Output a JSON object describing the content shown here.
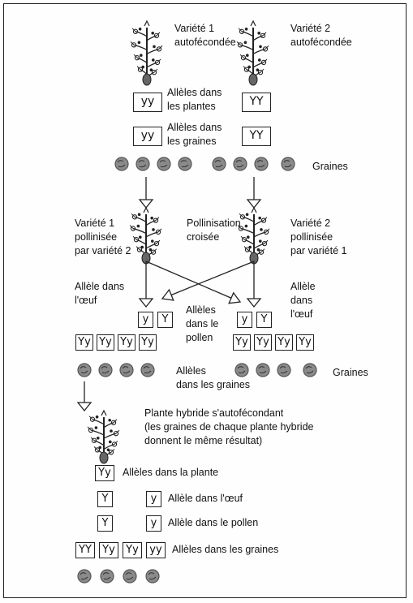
{
  "title": {
    "var1_a": "Variété 1",
    "var1_b": "autofécondée",
    "var2_a": "Variété 2",
    "var2_b": "autofécondée"
  },
  "labels": {
    "plants_a": "Allèles dans",
    "plants_b": "les plantes",
    "seeds_a": "Allèles dans",
    "seeds_b": "les graines",
    "graines1": "Graines",
    "v1p_a": "Variété 1",
    "v1p_b": "pollinisée",
    "v1p_c": "par variété 2",
    "cross_a": "Pollinisation",
    "cross_b": "croisée",
    "v2p_a": "Variété 2",
    "v2p_b": "pollinisée",
    "v2p_c": "par variété 1",
    "egg_l_a": "Allèle dans",
    "egg_l_b": "l'œuf",
    "egg_r_a": "Allèle",
    "egg_r_b": "dans",
    "egg_r_c": "l'œuf",
    "pollen_a": "Allèles",
    "pollen_b": "dans le",
    "pollen_c": "pollen",
    "seeds2_a": "Allèles",
    "seeds2_b": "dans les graines",
    "graines2": "Graines",
    "hyb_a": "Plante hybride s'autofécondant",
    "hyb_b": "(les graines de chaque plante hybride",
    "hyb_c": "donnent le même résultat)",
    "hyb_plant": "Allèles dans la plante",
    "hyb_egg": "Allèle dans l'œuf",
    "hyb_pollen": "Allèle dans le pollen",
    "hyb_seeds": "Allèles dans les graines"
  },
  "boxes": {
    "v1_plant": "yy",
    "v2_plant": "YY",
    "v1_seed": "yy",
    "v2_seed": "YY",
    "l_egg": "y",
    "l_pollen": "Y",
    "r_egg": "y",
    "r_pollen": "Y",
    "l_seeds": [
      "Yy",
      "Yy",
      "Yy",
      "Yy"
    ],
    "r_seeds": [
      "Yy",
      "Yy",
      "Yy",
      "Yy"
    ],
    "h_plant": "Yy",
    "h_egg_1": "Y",
    "h_egg_2": "y",
    "h_pol_1": "Y",
    "h_pol_2": "y",
    "h_seeds": [
      "YY",
      "Yy",
      "Yy",
      "yy"
    ]
  },
  "colors": {
    "ink": "#222222",
    "seed": "#8a8a8a",
    "seed_dark": "#555555"
  }
}
